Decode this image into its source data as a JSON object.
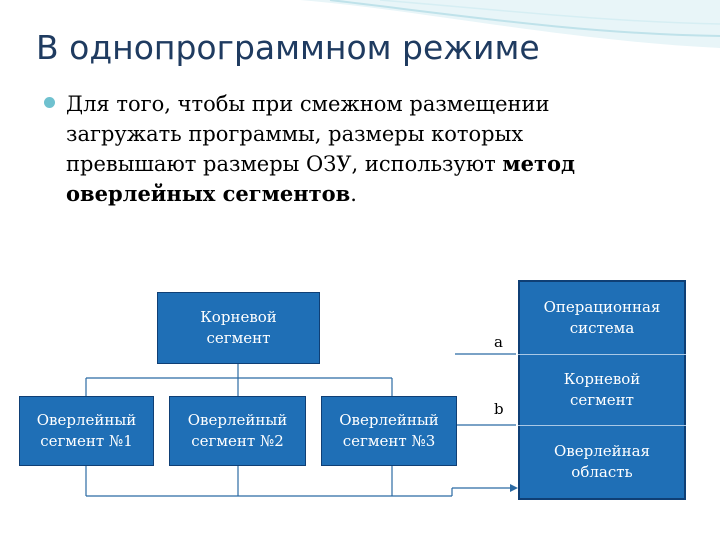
{
  "slide": {
    "title": "В однопрограммном режиме",
    "bullet_plain": "Для того, чтобы при смежном размещении загружать программы, размеры которых превышают размеры ОЗУ, используют ",
    "bullet_bold": "метод оверлейных сегментов",
    "bullet_end": "."
  },
  "diagram": {
    "root_segment": "Корневой\nсегмент",
    "overlay_1": "Оверлейный\nсегмент №1",
    "overlay_2": "Оверлейный\nсегмент №2",
    "overlay_3": "Оверлейный\nсегмент №3",
    "memory": {
      "os": "Операционная\nсистема",
      "root": "Корневой\nсегмент",
      "overlay_area": "Оверлейная\nобласть",
      "label_a": "a",
      "label_b": "b"
    }
  },
  "colors": {
    "box_fill": "#1f6fb6",
    "box_border": "#0f3f75",
    "title": "#1f3b60",
    "bullet": "#6fc1cf"
  }
}
